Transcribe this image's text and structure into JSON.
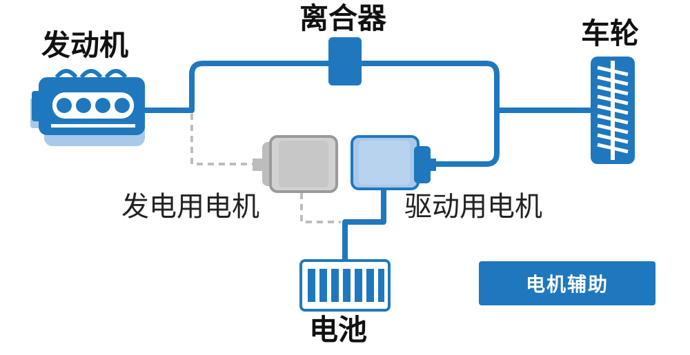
{
  "labels": {
    "engine": "发动机",
    "clutch": "离合器",
    "wheel": "车轮",
    "generator": "发电用电机",
    "drive_motor": "驱动用电机",
    "battery": "电池"
  },
  "mode_badge": "电机辅助",
  "colors": {
    "active_blue": "#1f78bd",
    "light_blue": "#a9c9ea",
    "inactive_gray": "#bdbdbd",
    "dark_gray": "#9a9a9a"
  }
}
